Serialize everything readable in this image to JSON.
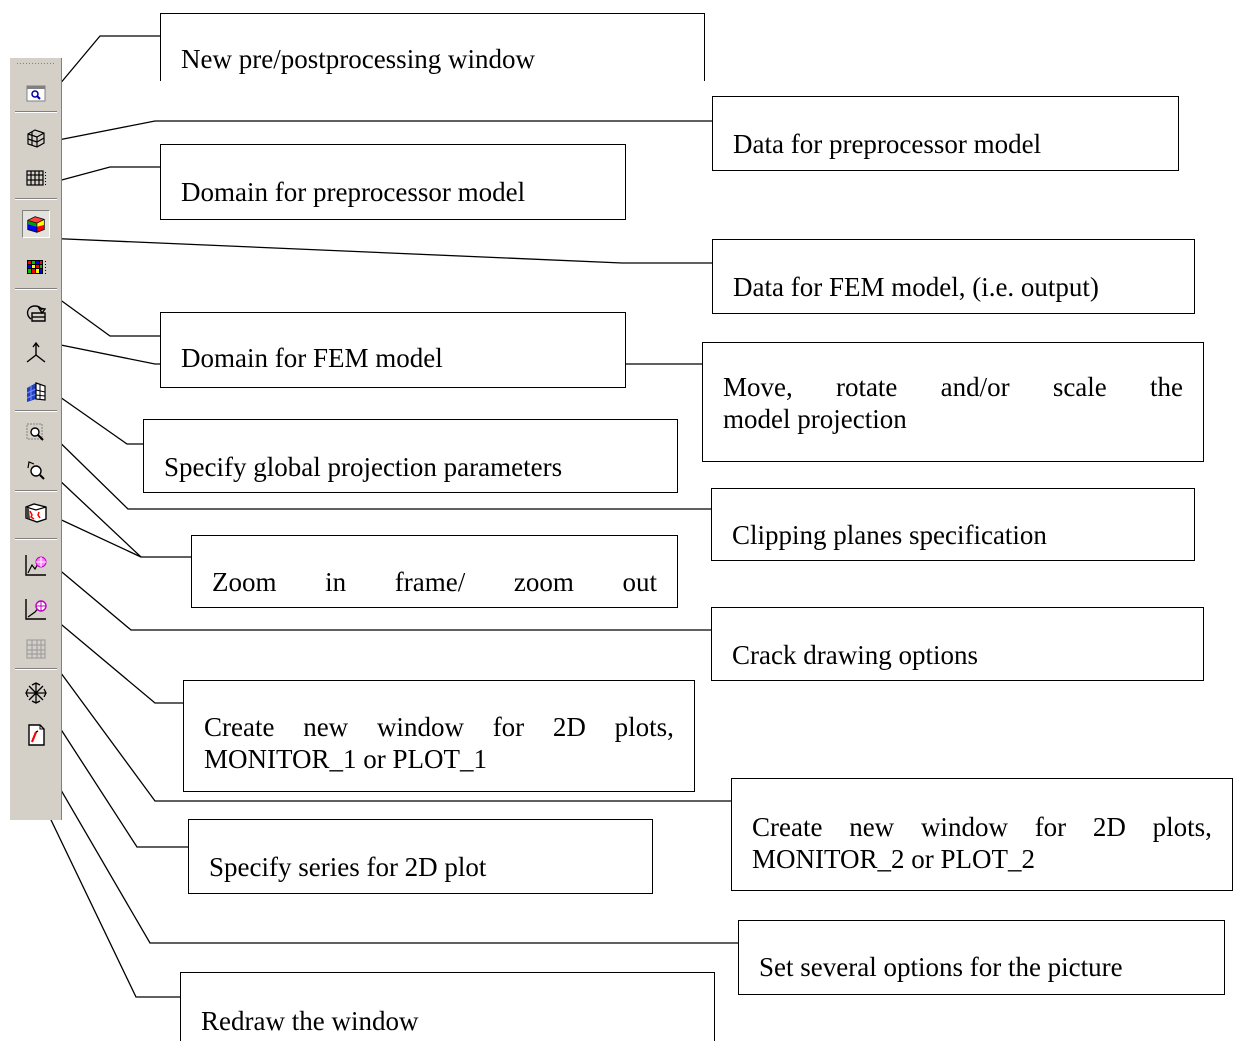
{
  "toolbar": {
    "buttons": [
      {
        "name": "new-window-icon"
      },
      {
        "name": "preprocessor-data-icon"
      },
      {
        "name": "preprocessor-domain-icon"
      },
      {
        "name": "fem-data-icon"
      },
      {
        "name": "fem-domain-icon"
      },
      {
        "name": "move-rotate-scale-icon"
      },
      {
        "name": "projection-axes-icon"
      },
      {
        "name": "clipping-planes-icon"
      },
      {
        "name": "zoom-in-frame-icon"
      },
      {
        "name": "zoom-out-icon"
      },
      {
        "name": "crack-drawing-icon"
      },
      {
        "name": "plot-monitor-1-icon"
      },
      {
        "name": "plot-monitor-2-icon"
      },
      {
        "name": "series-2d-plot-icon"
      },
      {
        "name": "picture-options-icon"
      },
      {
        "name": "redraw-icon"
      }
    ]
  },
  "callouts": {
    "new_window": "New pre/postprocessing window",
    "data_preprocessor": "Data for preprocessor model",
    "domain_preprocessor": "Domain  for preprocessor model",
    "data_fem": "Data for FEM model, (i.e. output)",
    "domain_fem": "Domain for FEM model",
    "move_rotate": {
      "line1_words": [
        "Move,",
        "rotate",
        "and/or",
        "scale",
        "the"
      ],
      "line2": "model projection"
    },
    "global_projection": "Specify global projection parameters",
    "clipping": "Clipping planes specification",
    "zoom": {
      "line1_words": [
        "Zoom",
        "in",
        "frame/",
        "zoom",
        "out"
      ]
    },
    "crack": "Crack drawing options",
    "plot1": {
      "line1_words": [
        "Create",
        "new",
        "window",
        "for",
        "2D",
        "plots,"
      ],
      "line2": "MONITOR_1 or PLOT_1"
    },
    "plot2": {
      "line1_words": [
        "Create",
        "new",
        "window",
        "for",
        "2D",
        "plots,"
      ],
      "line2": "MONITOR_2 or PLOT_2"
    },
    "series": "Specify series for 2D plot",
    "options": "Set several options for the picture",
    "redraw": "Redraw the window"
  }
}
